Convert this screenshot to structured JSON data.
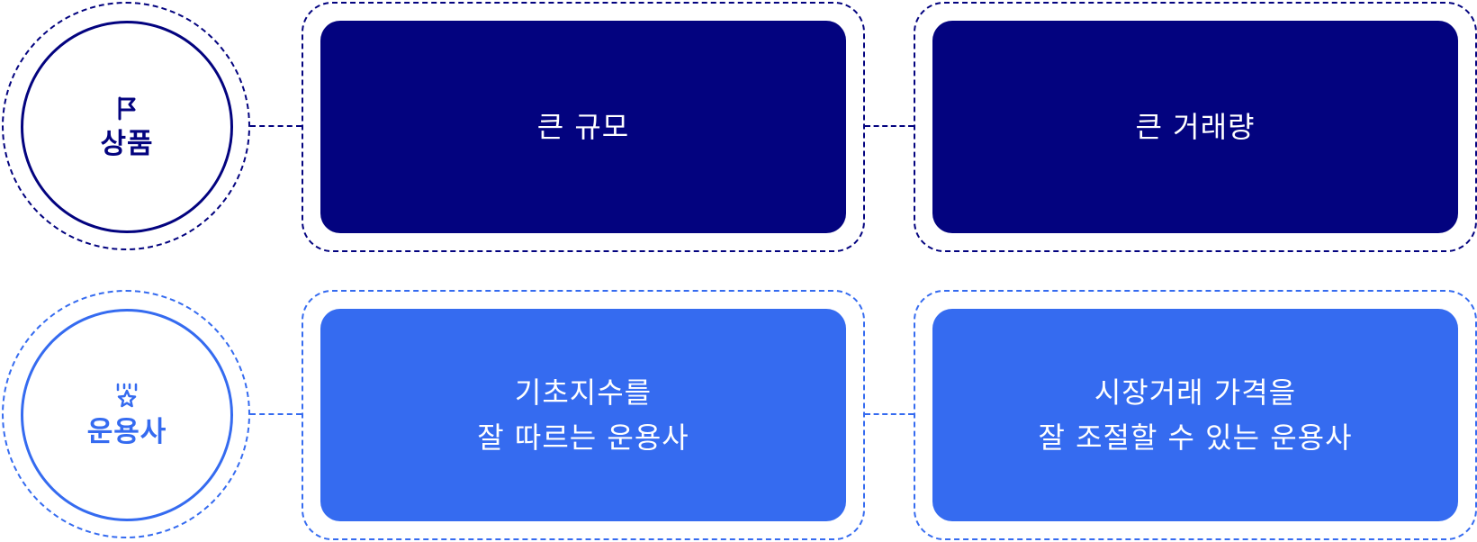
{
  "colors": {
    "product_accent": "#03037f",
    "manager_accent": "#356bf0"
  },
  "rows": [
    {
      "circle": {
        "icon": "flag-icon",
        "label": "상품"
      },
      "boxes": [
        {
          "lines": [
            "큰 규모"
          ]
        },
        {
          "lines": [
            "큰 거래량"
          ]
        }
      ]
    },
    {
      "circle": {
        "icon": "medal-star-icon",
        "label": "운용사"
      },
      "boxes": [
        {
          "lines": [
            "기초지수를",
            "잘 따르는 운용사"
          ]
        },
        {
          "lines": [
            "시장거래 가격을",
            "잘 조절할 수 있는 운용사"
          ]
        }
      ]
    }
  ]
}
